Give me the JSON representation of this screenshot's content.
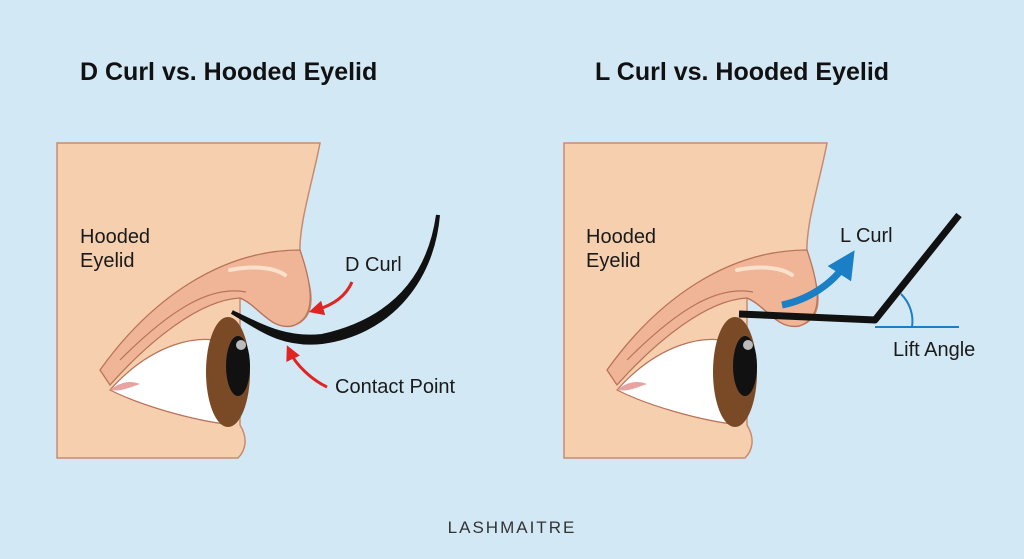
{
  "panels": [
    {
      "title": "D Curl vs. Hooded Eyelid",
      "eyelid_label": "Hooded\nEyelid",
      "curl_label": "D Curl",
      "contact_label": "Contact Point"
    },
    {
      "title": "L Curl vs. Hooded Eyelid",
      "eyelid_label": "Hooded\nEyelid",
      "curl_label": "L Curl",
      "angle_label": "Lift Angle"
    }
  ],
  "brand": "LASHMAITRE",
  "colors": {
    "background": "#d3e8f5",
    "skin": "#f6cfae",
    "iris": "#7a4a26",
    "arrow_red": "#e02424",
    "arrow_blue": "#1a7fc4",
    "lash": "#111111"
  }
}
